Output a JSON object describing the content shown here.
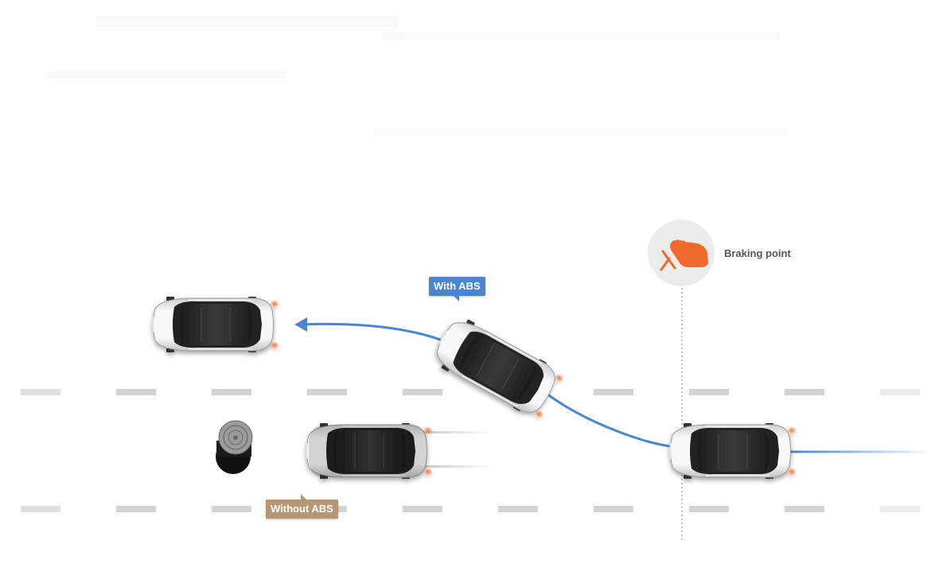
{
  "labels": {
    "with_abs": "With ABS",
    "without_abs": "Without ABS",
    "braking_point": "Braking point"
  },
  "colors": {
    "with_abs": "#4a86cf",
    "without_abs": "#b59776",
    "accent_orange": "#ef6a2c",
    "lane_marking": "#d3d3d3",
    "icon_circle": "#ececec"
  },
  "icons": {
    "braking_point": "foot-pressing-pedal-icon",
    "obstacle": "manhole-obstacle-icon"
  }
}
